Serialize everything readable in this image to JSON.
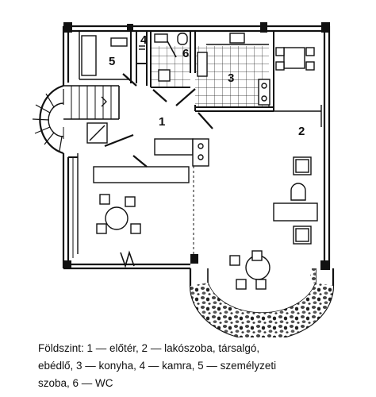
{
  "plan": {
    "room_numbers": {
      "r1": "1",
      "r2": "2",
      "r3": "3",
      "r4": "4",
      "r5": "5",
      "r6": "6"
    },
    "colors": {
      "ink": "#111111",
      "paper": "#ffffff",
      "stone": "#444444"
    }
  },
  "caption": {
    "line1": "Földszint: 1 — előtér, 2 — lakószoba, társalgó,",
    "line2": "ebédlő, 3 — konyha, 4 — kamra, 5 — személyzeti",
    "line3": "szoba, 6 — WC"
  }
}
